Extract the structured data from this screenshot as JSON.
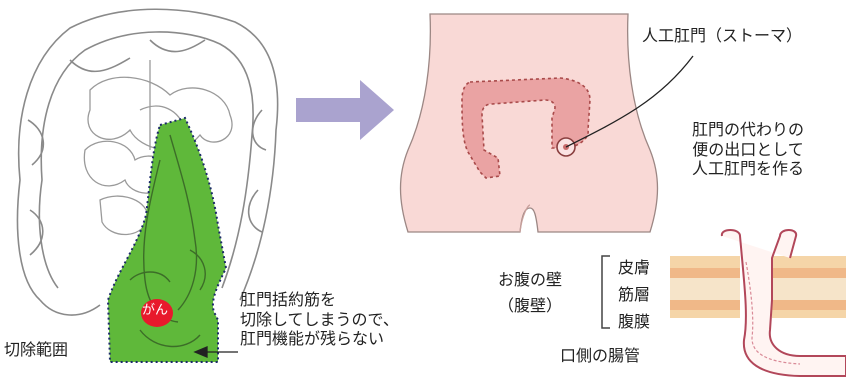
{
  "labels": {
    "cancer": "がん",
    "resection_range": "切除範囲",
    "sphincter_note": [
      "肛門括約筋を",
      "切除してしまうので、",
      "肛門機能が残らない"
    ],
    "stoma": "人工肛門（ストーマ）",
    "stoma_note": [
      "肛門の代わりの",
      "便の出口として",
      "人工肛門を作る"
    ],
    "abdominal_wall": [
      "お腹の壁",
      "（腹壁）"
    ],
    "layers": [
      "皮膚",
      "筋層",
      "腹膜"
    ],
    "oral_intestine": "口側の腸管"
  },
  "colors": {
    "resection_green": "#5fb83a",
    "cancer_red": "#e8192c",
    "arrow_purple": "#aaa3cf",
    "skin_pink": "#f9d9d6",
    "colon_pink": "#eaa3a3",
    "wall_beige": "#f5d5a8"
  }
}
